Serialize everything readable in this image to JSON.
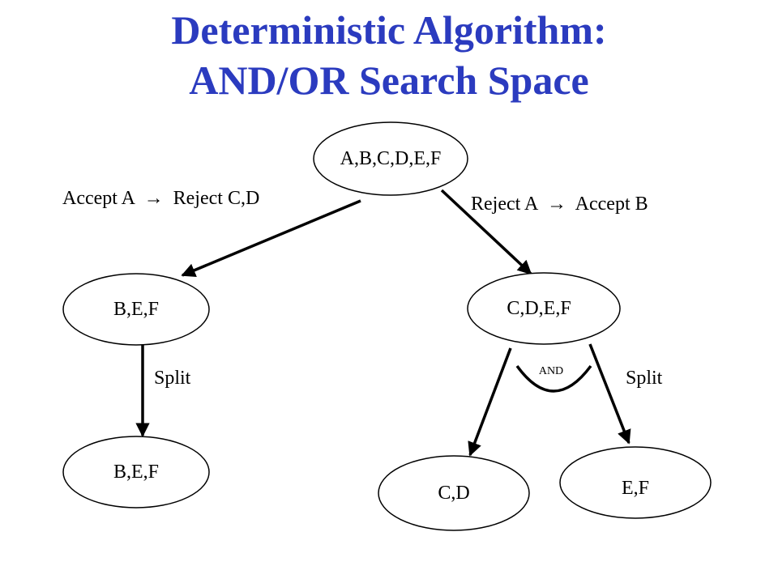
{
  "title": {
    "line1": "Deterministic Algorithm:",
    "line2": "AND/OR Search Space",
    "color": "#2b3bbf"
  },
  "nodes": {
    "root": "A,B,C,D,E,F",
    "left": "B,E,F",
    "right": "C,D,E,F",
    "left_child": "B,E,F",
    "cd": "C,D",
    "ef": "E,F"
  },
  "edges": {
    "accept": {
      "left": "Accept A",
      "arrow": "→",
      "right": "Reject C,D"
    },
    "reject": {
      "left": "Reject A",
      "arrow": "→",
      "right": "Accept B"
    },
    "split_left": "Split",
    "split_right": "Split",
    "and": "AND"
  }
}
